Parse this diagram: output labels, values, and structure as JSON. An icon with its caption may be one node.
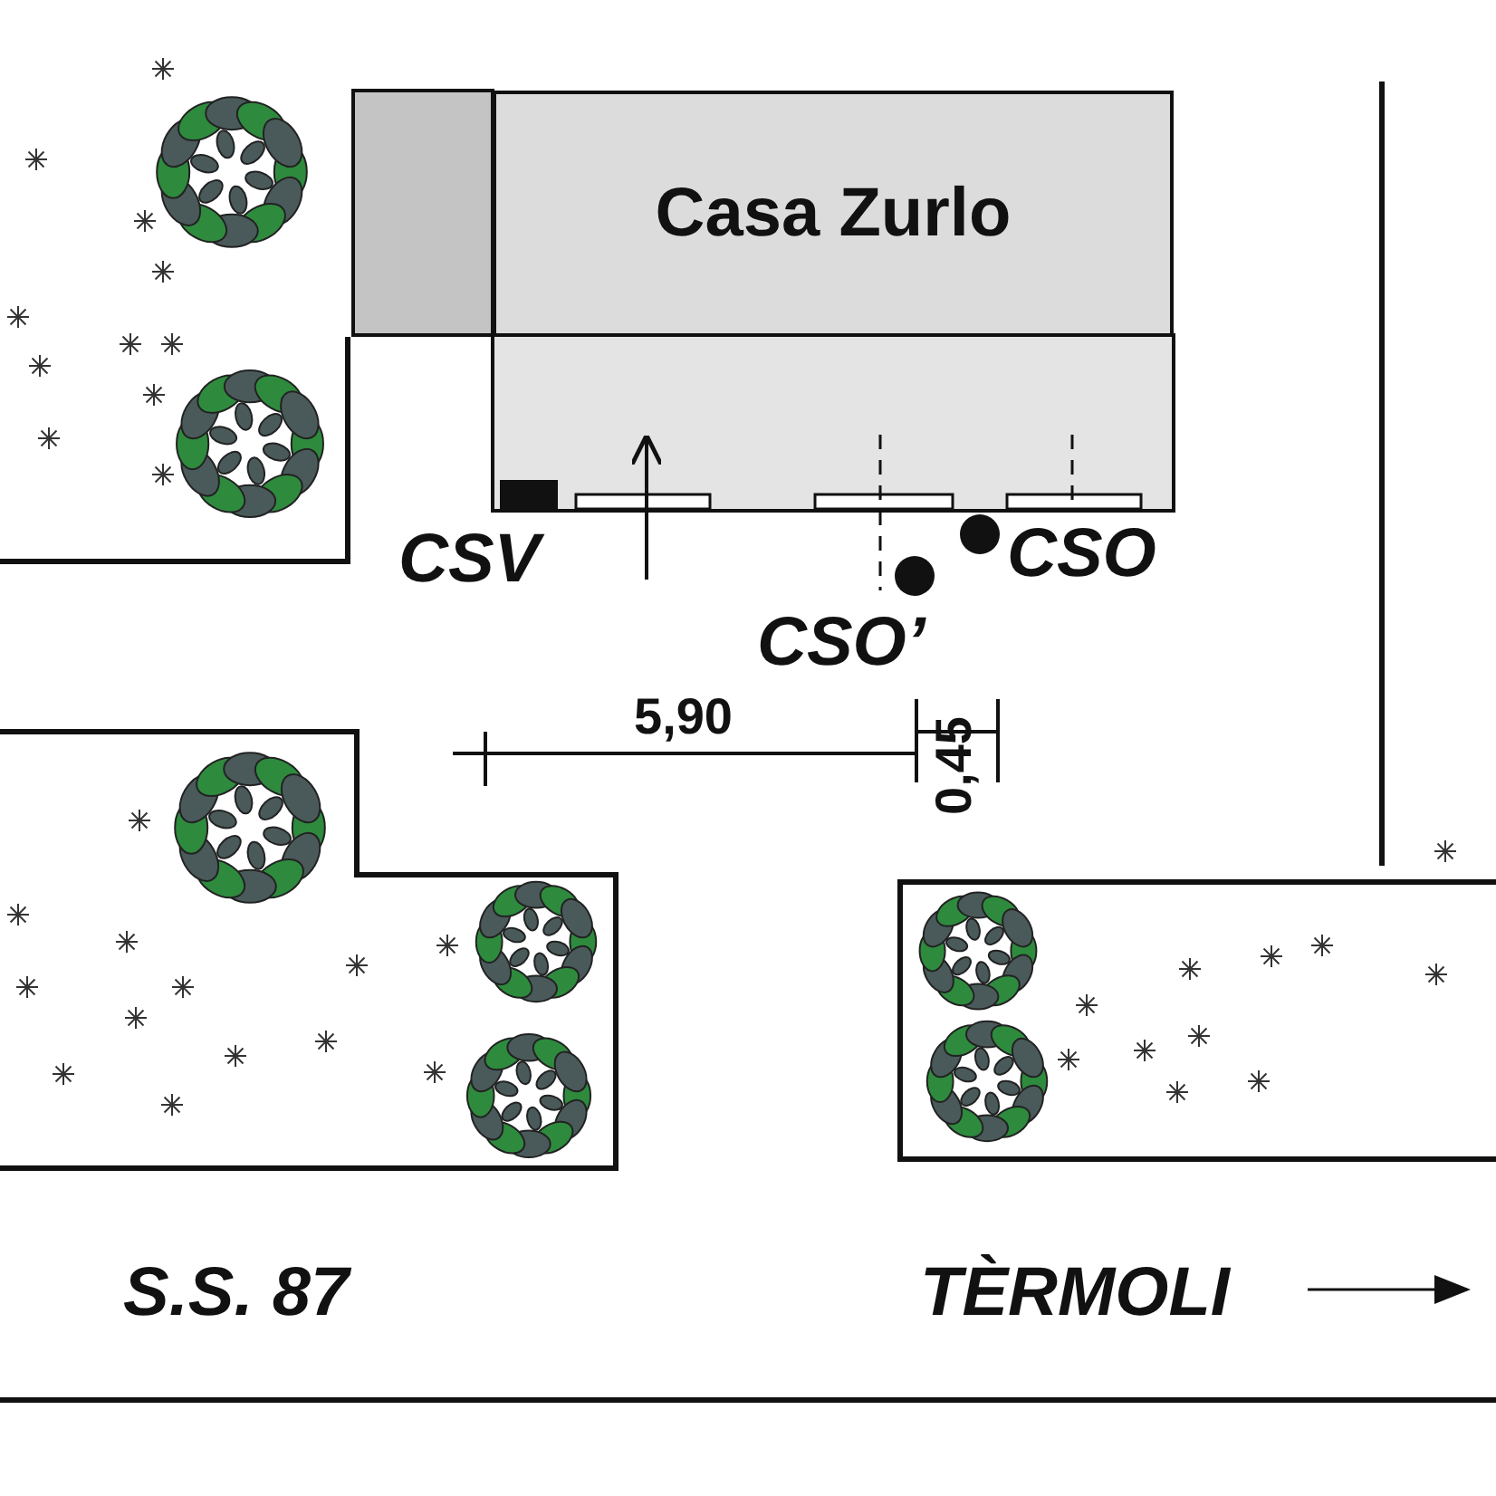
{
  "diagram": {
    "nodes": [
      {
        "text": [
          "Casa Zurlo"
        ]
      }
    ],
    "labels": [
      "CSV",
      "CSO",
      "CSO’",
      "5,90",
      "0,45",
      "S.S. 87",
      "TÈRMOLI"
    ]
  }
}
